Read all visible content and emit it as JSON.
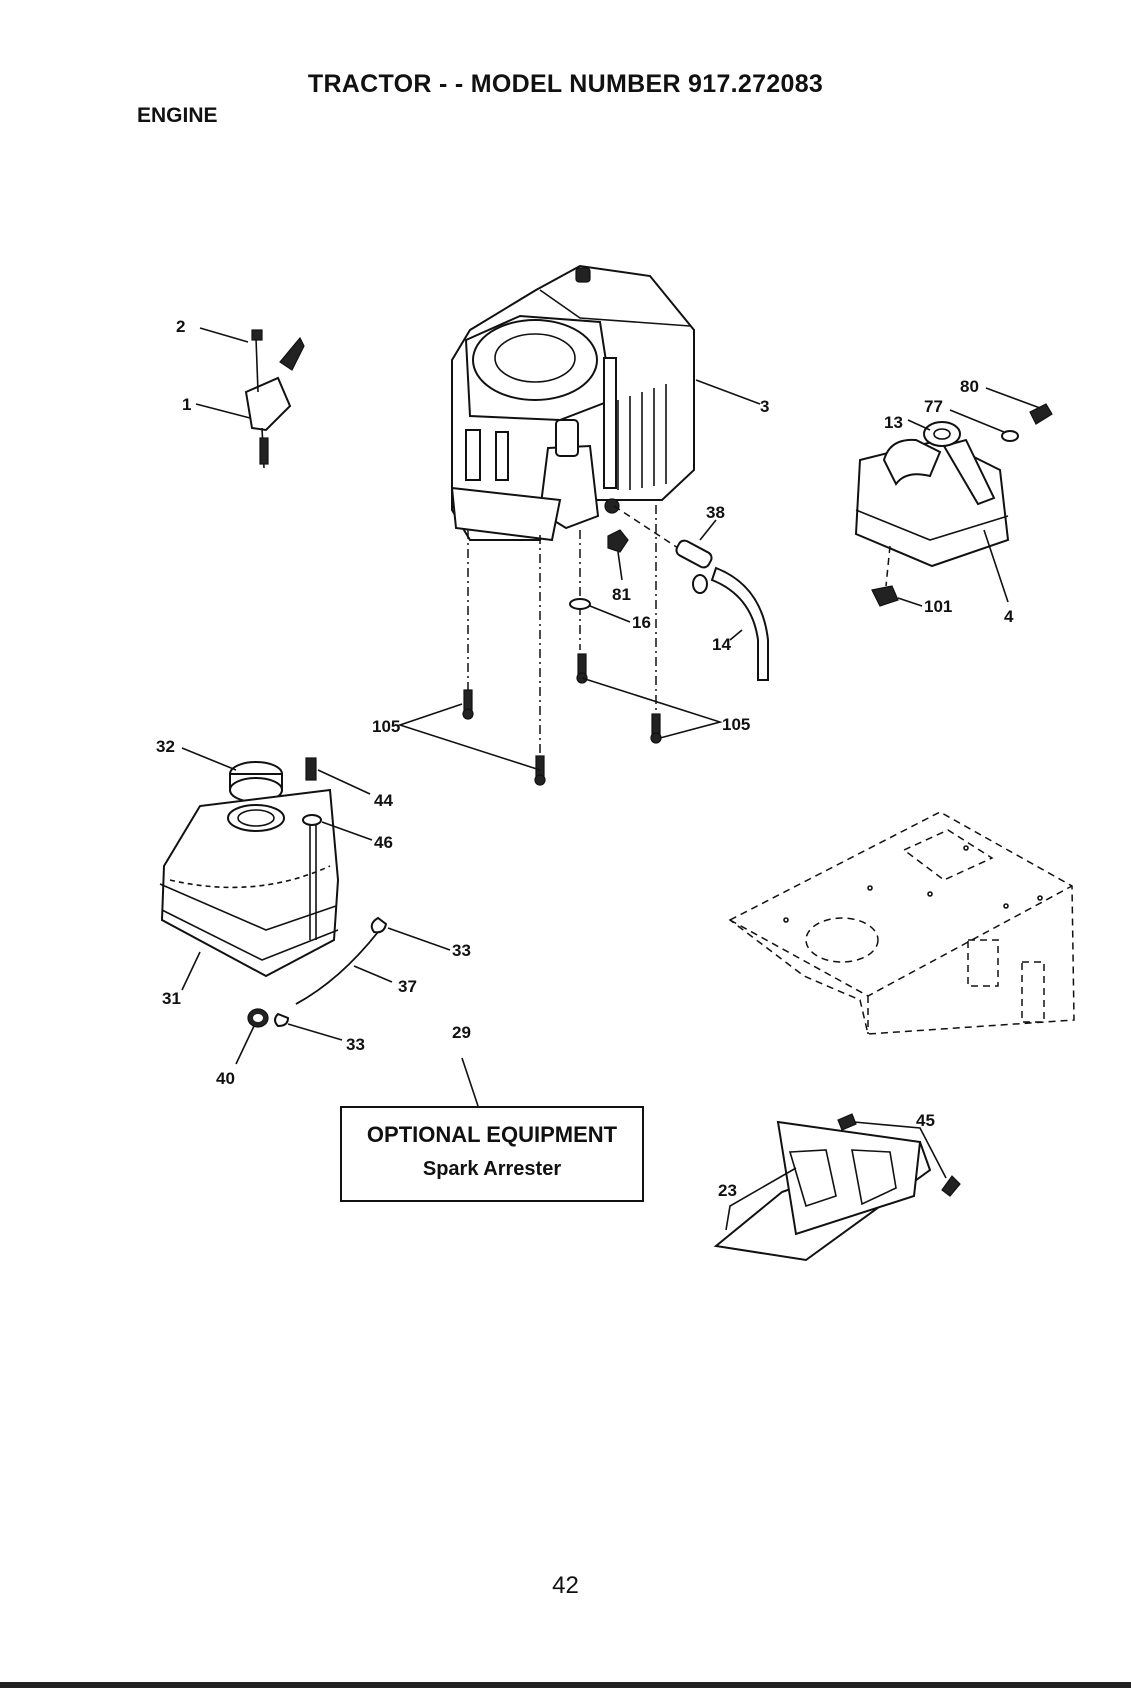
{
  "header": {
    "title": "TRACTOR - - MODEL NUMBER 917.272083",
    "section": "ENGINE"
  },
  "callouts": {
    "c1": "1",
    "c2": "2",
    "c3": "3",
    "c4": "4",
    "c13": "13",
    "c14": "14",
    "c16": "16",
    "c23": "23",
    "c29": "29",
    "c31": "31",
    "c32": "32",
    "c33a": "33",
    "c33b": "33",
    "c37": "37",
    "c38": "38",
    "c40": "40",
    "c44": "44",
    "c45": "45",
    "c46": "46",
    "c77": "77",
    "c80": "80",
    "c81": "81",
    "c101": "101",
    "c105a": "105",
    "c105b": "105"
  },
  "optional_box": {
    "heading": "OPTIONAL EQUIPMENT",
    "item": "Spark Arrester"
  },
  "footer": {
    "page_number": "42"
  }
}
